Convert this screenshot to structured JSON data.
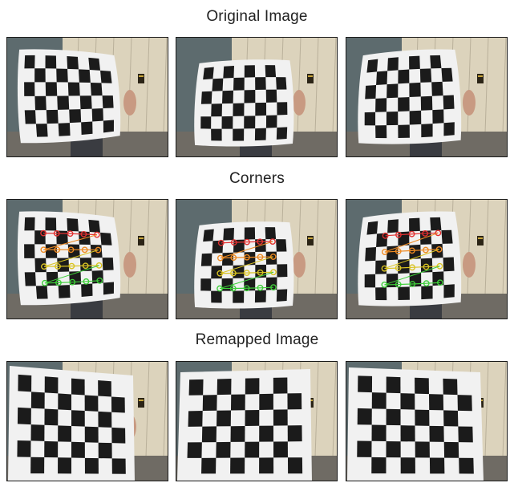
{
  "sections": {
    "original": {
      "title": "Original Image"
    },
    "corners": {
      "title": "Corners"
    },
    "remapped": {
      "title": "Remapped Image"
    }
  },
  "colors": {
    "board": "#f1f1f1",
    "square": "#1b1b1b",
    "wall": "#dcd3bc",
    "sky": "#5d6b6e",
    "ground": "#6f6b64",
    "corner_rows": [
      "#e23030",
      "#ee8a22",
      "#d9c322",
      "#3fcf3a"
    ]
  },
  "panels": [
    {
      "id": "orig-1",
      "kind": "original",
      "view": "left"
    },
    {
      "id": "orig-2",
      "kind": "original",
      "view": "center"
    },
    {
      "id": "orig-3",
      "kind": "original",
      "view": "right"
    },
    {
      "id": "corn-1",
      "kind": "corners",
      "view": "left"
    },
    {
      "id": "corn-2",
      "kind": "corners",
      "view": "center"
    },
    {
      "id": "corn-3",
      "kind": "corners",
      "view": "right"
    },
    {
      "id": "remap-1",
      "kind": "remapped",
      "view": "left"
    },
    {
      "id": "remap-2",
      "kind": "remapped",
      "view": "center"
    },
    {
      "id": "remap-3",
      "kind": "remapped",
      "view": "right"
    }
  ]
}
